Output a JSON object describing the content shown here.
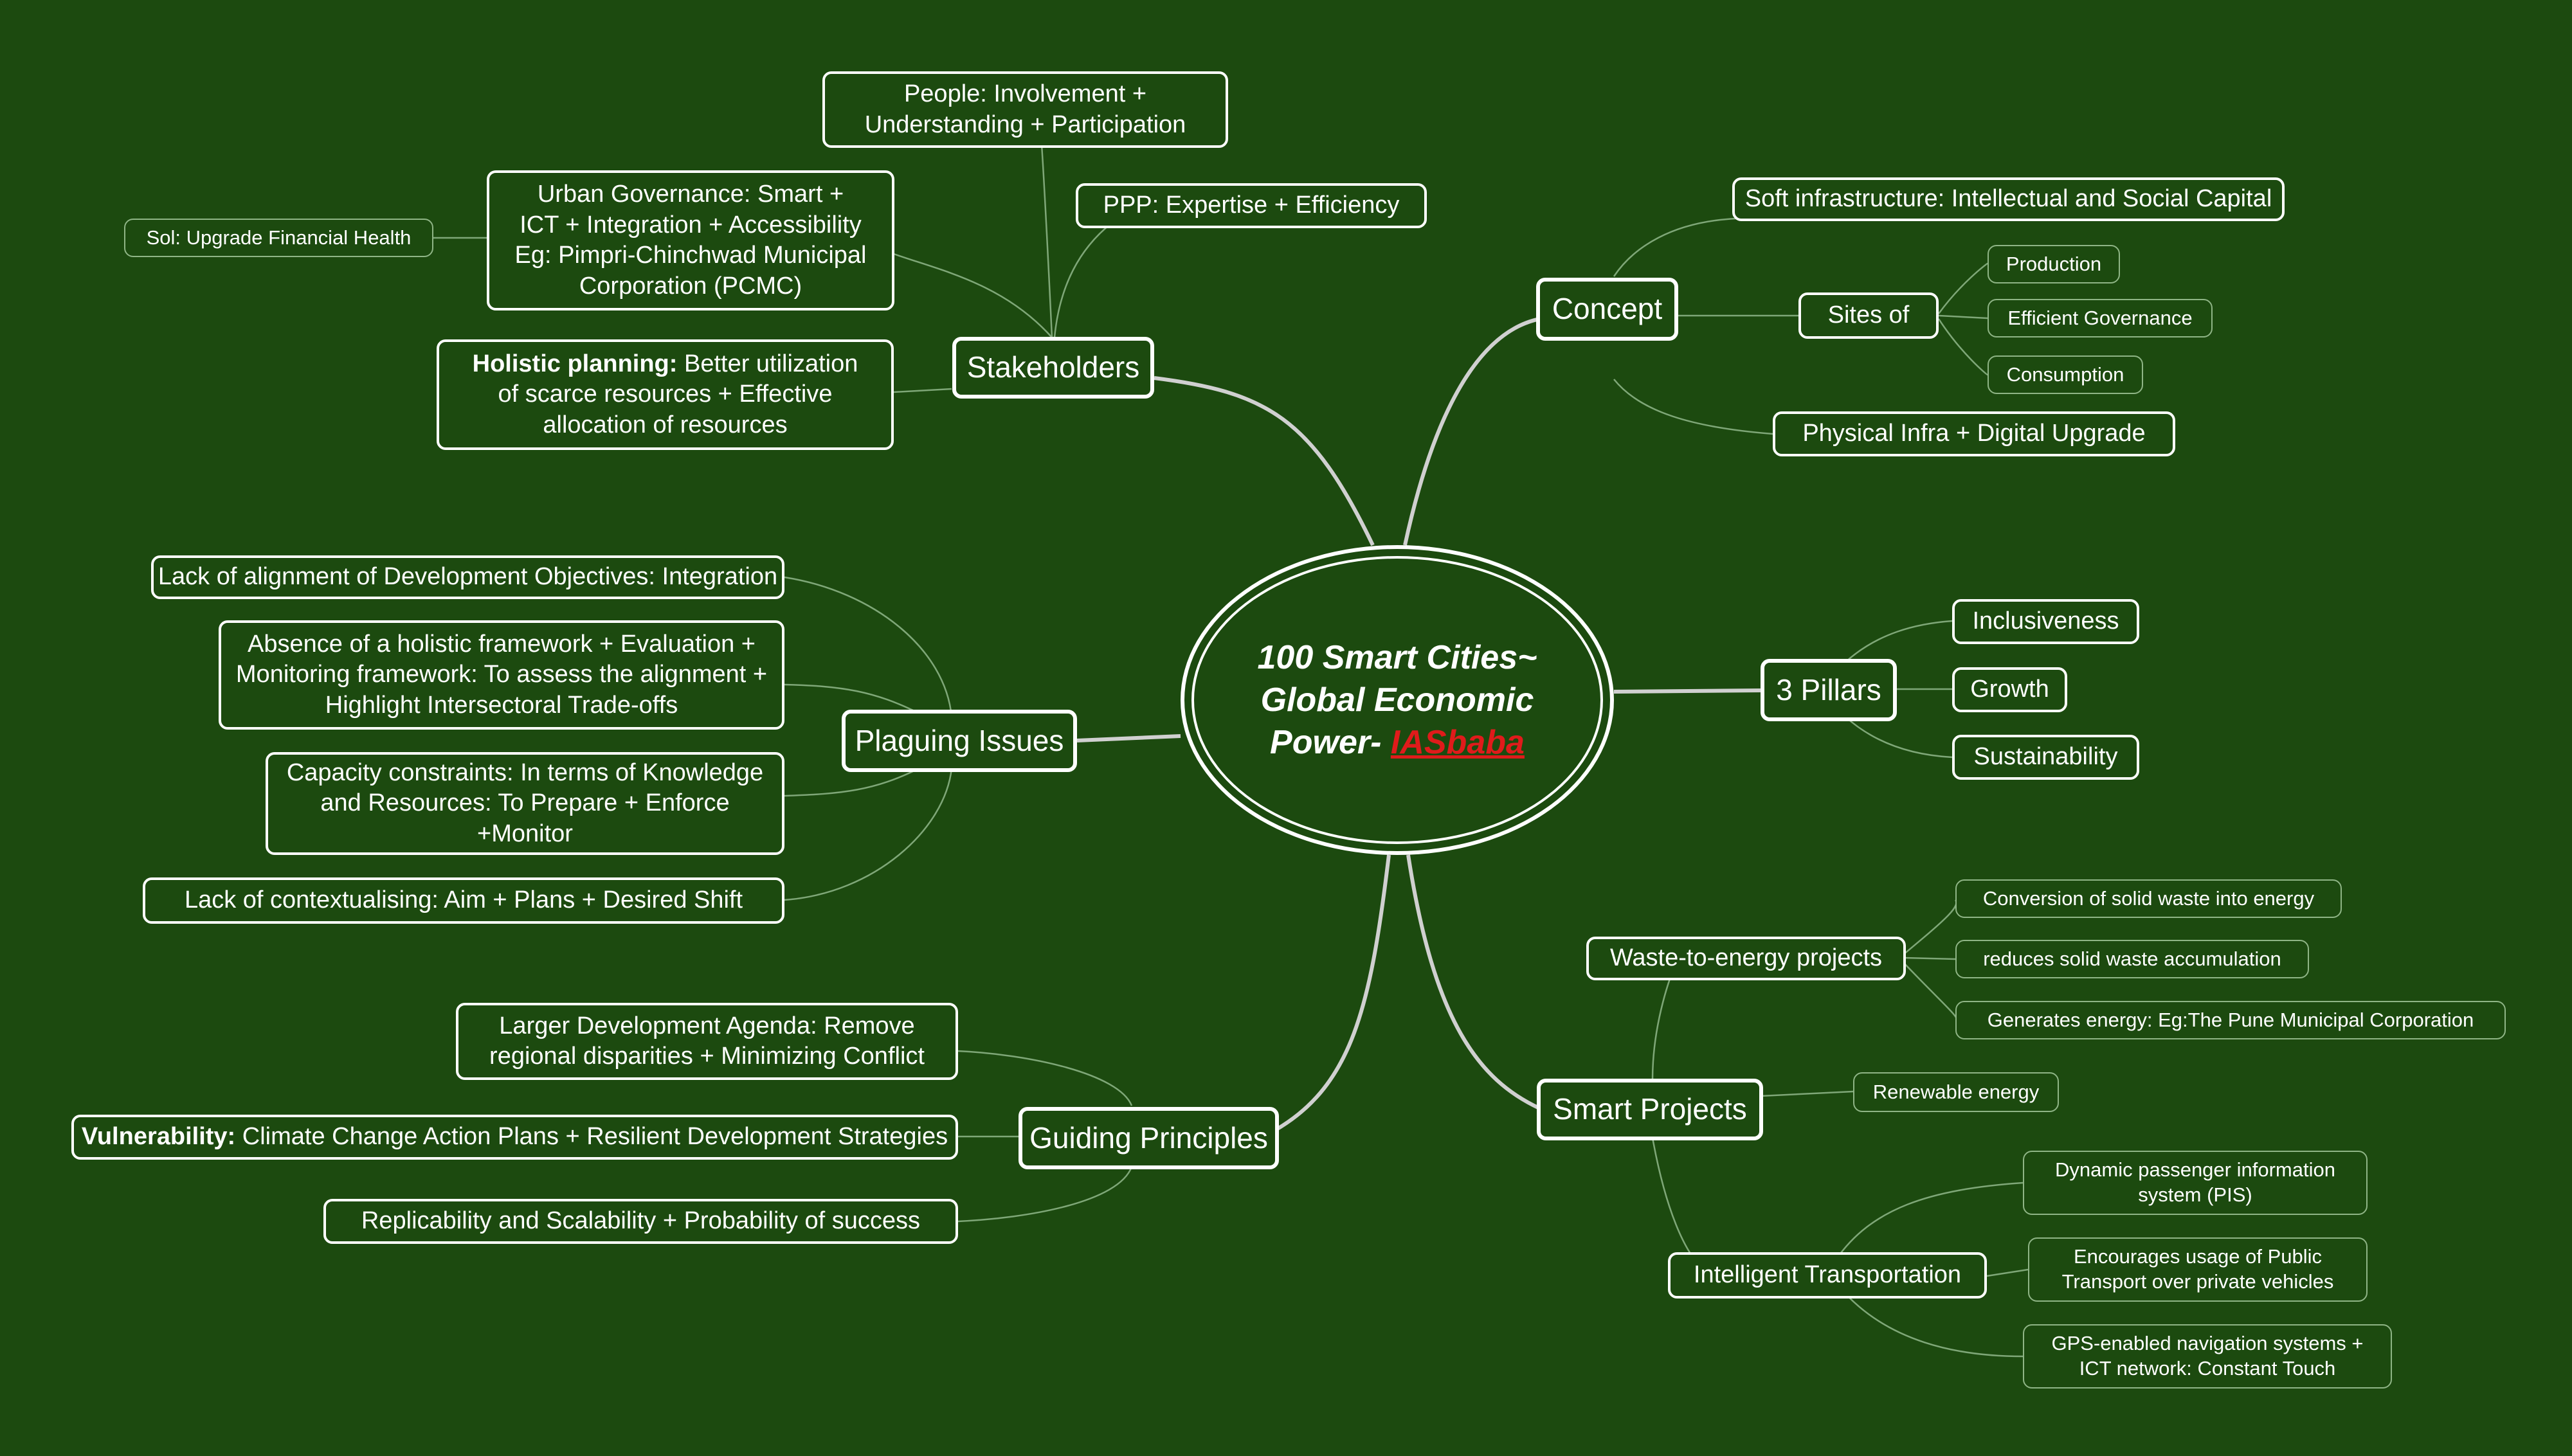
{
  "center": {
    "line1": "100 Smart Cities~",
    "line2": "Global Economic",
    "line3": "Power- ",
    "brand": "IASbaba",
    "brand_color": "#e01b1b"
  },
  "colors": {
    "background": "#1c4a0f",
    "main_link": "#d0d0d0",
    "sub_link": "#7fa778"
  },
  "stakeholders": {
    "label": "Stakeholders",
    "people": [
      "People: Involvement +",
      "Understanding + Participation"
    ],
    "ppp": "PPP: Expertise + Efficiency",
    "urban": [
      "Urban Governance: Smart +",
      "ICT + Integration + Accessibility",
      "Eg: Pimpri-Chinchwad Municipal",
      "Corporation (PCMC)"
    ],
    "sol": "Sol: Upgrade Financial Health",
    "holistic_bold": "Holistic planning:",
    "holistic": [
      " Better utilization",
      "of scarce resources + Effective",
      "allocation of resources"
    ]
  },
  "concept": {
    "label": "Concept",
    "soft": "Soft infrastructure: Intellectual and Social Capital",
    "sites": "Sites of",
    "production": "Production",
    "governance": "Efficient Governance",
    "consumption": "Consumption",
    "physical": "Physical Infra + Digital Upgrade"
  },
  "pillars": {
    "label": "3 Pillars",
    "items": [
      "Inclusiveness",
      "Growth",
      "Sustainability"
    ]
  },
  "issues": {
    "label": "Plaguing Issues",
    "alignment": "Lack of alignment of Development Objectives: Integration",
    "framework": [
      "Absence of a holistic framework + Evaluation +",
      "Monitoring framework: To assess the alignment +",
      "Highlight Intersectoral Trade-offs"
    ],
    "capacity": [
      "Capacity constraints: In terms of Knowledge",
      "and Resources: To Prepare + Enforce",
      "+Monitor"
    ],
    "context": "Lack of contextualising: Aim + Plans + Desired Shift"
  },
  "principles": {
    "label": "Guiding Principles",
    "agenda": [
      "Larger Development Agenda: Remove",
      "regional disparities + Minimizing Conflict"
    ],
    "vuln_bold": "Vulnerability:",
    "vuln": " Climate Change Action Plans + Resilient Development Strategies",
    "replicability": "Replicability and Scalability + Probability of success"
  },
  "projects": {
    "label": "Smart Projects",
    "waste": "Waste-to-energy projects",
    "conversion": "Conversion of solid waste into energy",
    "reduces": "reduces solid waste accumulation",
    "generates": "Generates energy: Eg:The Pune Municipal Corporation",
    "renewable": "Renewable energy",
    "transport": "Intelligent Transportation",
    "dynamic": [
      "Dynamic passenger information",
      "system (PIS)"
    ],
    "encourages": [
      "Encourages usage of  Public",
      "Transport over private vehicles"
    ],
    "gps": [
      "GPS-enabled navigation systems +",
      "ICT network: Constant Touch"
    ]
  }
}
